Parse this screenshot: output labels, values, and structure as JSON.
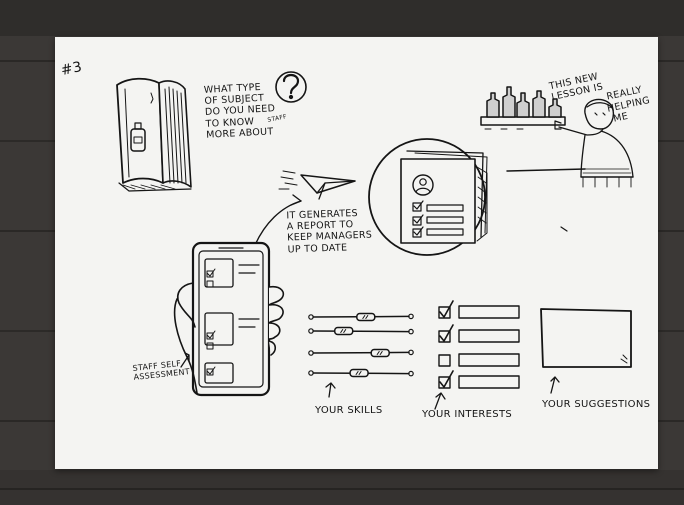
{
  "sheet_tag": "#3",
  "book_question": [
    "WHAT TYPE",
    "OF SUBJECT",
    "DO YOU NEED",
    "TO KNOW",
    "MORE ABOUT"
  ],
  "book_question_insert": "STAFF",
  "bar_quote": [
    "THIS NEW",
    "LESSON IS",
    "REALLY",
    "HELPING",
    "ME"
  ],
  "report_note": [
    "IT GENERATES",
    "A REPORT TO",
    "KEEP MANAGERS",
    "UP TO DATE"
  ],
  "self_assessment_label": [
    "STAFF SELF",
    "ASSESSMENT"
  ],
  "skills_label": "YOUR SKILLS",
  "interests_label": "YOUR INTERESTS",
  "suggestions_label": "YOUR SUGGESTIONS",
  "skills": [
    {
      "level": 0.55
    },
    {
      "level": 0.32
    },
    {
      "level": 0.7
    },
    {
      "level": 0.48
    }
  ],
  "interests": [
    {
      "checked": true
    },
    {
      "checked": true
    },
    {
      "checked": false
    },
    {
      "checked": true
    }
  ],
  "colors": {
    "paper": "#f4f4f2",
    "ink": "#151515",
    "wood": "#3a3735"
  }
}
